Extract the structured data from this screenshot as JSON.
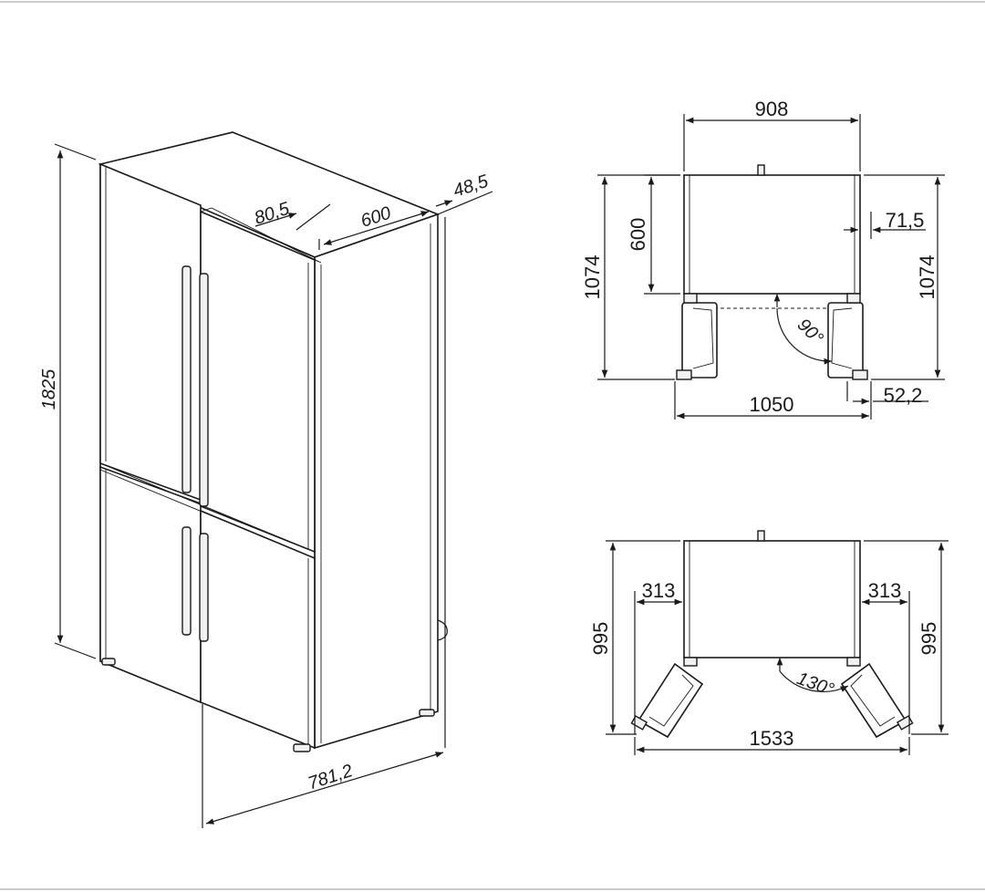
{
  "colors": {
    "line": "#1a1a1a",
    "background": "#ffffff",
    "frame": "#9a9a9a"
  },
  "isometric_view": {
    "height": "1825",
    "depth": "600",
    "handle_depth": "80,5",
    "rear_offset": "48,5",
    "depth_door_open": "781,2"
  },
  "top_view_90": {
    "width": "908",
    "cabinet_depth": "600",
    "total_depth_left": "1074",
    "total_depth_right": "1074",
    "side_clearance": "71,5",
    "door_width_extra": "52,2",
    "open_width": "1050",
    "door_angle": "90°"
  },
  "top_view_130": {
    "side_clearance_left": "313",
    "side_clearance_right": "313",
    "total_depth_left": "995",
    "total_depth_right": "995",
    "open_width": "1533",
    "door_angle": "130°"
  }
}
